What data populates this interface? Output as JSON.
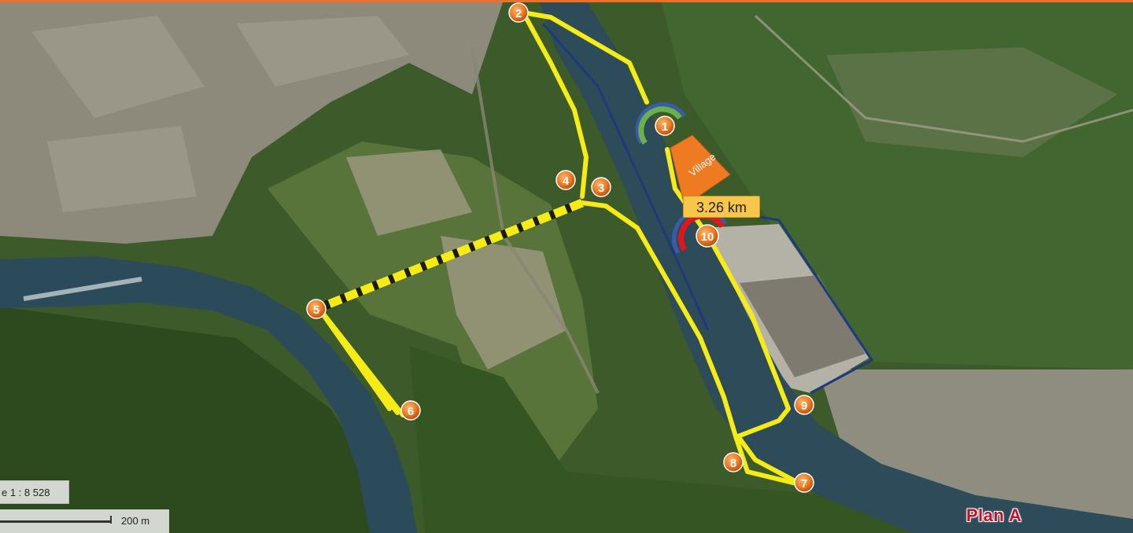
{
  "map": {
    "scale_label": "e 1 : 8 528",
    "scale_bar_label": "200 m",
    "plan_title": "Plan A",
    "distance_label": "3.26 km",
    "village_label": "Village",
    "route_color": "#f5ec17",
    "marker_color": "#ee7a22",
    "start_arc_colors": [
      "#6ab04c",
      "#3a5ca8"
    ],
    "finish_arc_colors": [
      "#e0161b",
      "#3a5ca8"
    ],
    "boundary_color": "#1e3a7a",
    "markers": [
      {
        "label": "1"
      },
      {
        "label": "2"
      },
      {
        "label": "3"
      },
      {
        "label": "4"
      },
      {
        "label": "5"
      },
      {
        "label": "6"
      },
      {
        "label": "7"
      },
      {
        "label": "8"
      },
      {
        "label": "9"
      },
      {
        "label": "10"
      }
    ]
  }
}
